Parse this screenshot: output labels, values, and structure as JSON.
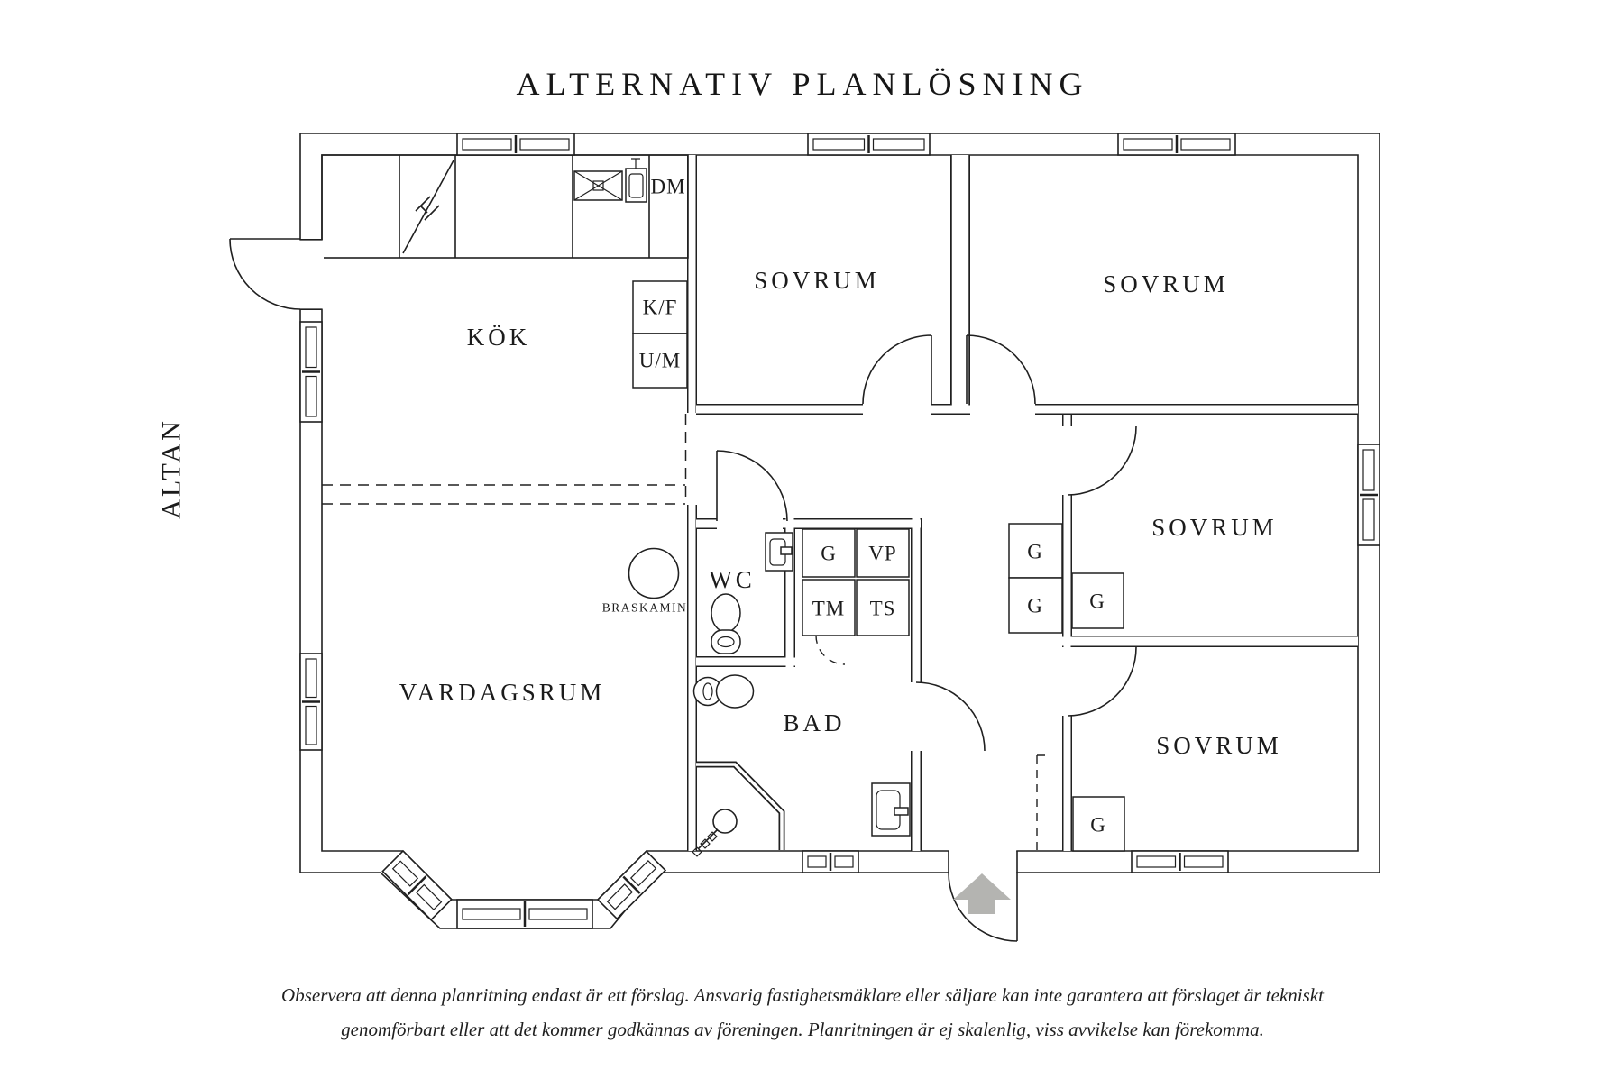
{
  "title": "ALTERNATIV PLANLÖSNING",
  "terrace_label": "ALTAN",
  "rooms": {
    "kok": "KÖK",
    "sovrum_nw": "SOVRUM",
    "sovrum_ne": "SOVRUM",
    "sovrum_e": "SOVRUM",
    "sovrum_se": "SOVRUM",
    "vardagsrum": "VARDAGSRUM",
    "wc": "WC",
    "bad": "BAD"
  },
  "kitchen": {
    "dishwasher": "DM",
    "fridge_freezer": "K/F",
    "oven_micro": "U/M"
  },
  "laundry": {
    "cabinet": "G",
    "heat_pump": "VP",
    "washer": "TM",
    "dryer": "TS"
  },
  "wardrobes": {
    "hall_upper": "G",
    "hall_lower": "G",
    "sovrum_e": "G",
    "sovrum_se": "G"
  },
  "fireplace_label": "BRASKAMIN",
  "entrance_arrow_color": "#b4b4b1",
  "line_color": "#202020",
  "disclaimer": {
    "line1": "Observera att denna planritning endast är ett förslag. Ansvarig fastighetsmäklare eller säljare kan inte garantera att förslaget är tekniskt",
    "line2": "genomförbart eller att det kommer godkännas av föreningen. Planritningen är ej skalenlig, viss avvikelse kan förekomma."
  }
}
